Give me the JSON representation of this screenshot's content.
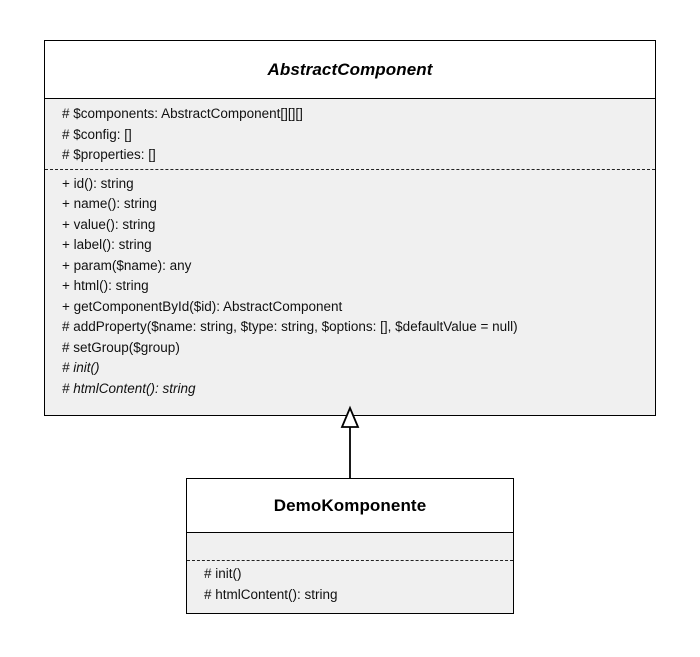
{
  "diagram": {
    "type": "uml-class-diagram",
    "background_color": "#ffffff",
    "line_color": "#000000",
    "compartment_fill": "#f0f0f0",
    "title_fill": "#ffffff"
  },
  "classes": [
    {
      "id": "abstract-component",
      "name": "AbstractComponent",
      "stereotype": "abstract",
      "is_abstract": true,
      "attributes": [
        {
          "text": "# $components: AbstractComponent[][][]",
          "visibility": "protected",
          "is_abstract": false
        },
        {
          "text": "# $config: []",
          "visibility": "protected",
          "is_abstract": false
        },
        {
          "text": "# $properties: []",
          "visibility": "protected",
          "is_abstract": false
        }
      ],
      "operations": [
        {
          "text": "+ id(): string",
          "visibility": "public",
          "is_abstract": false
        },
        {
          "text": "+ name(): string",
          "visibility": "public",
          "is_abstract": false
        },
        {
          "text": "+ value(): string",
          "visibility": "public",
          "is_abstract": false
        },
        {
          "text": "+ label(): string",
          "visibility": "public",
          "is_abstract": false
        },
        {
          "text": "+ param($name): any",
          "visibility": "public",
          "is_abstract": false
        },
        {
          "text": "+ html(): string",
          "visibility": "public",
          "is_abstract": false
        },
        {
          "text": "+ getComponentById($id): AbstractComponent",
          "visibility": "public",
          "is_abstract": false
        },
        {
          "text": "# addProperty($name: string, $type: string, $options: [], $defaultValue = null)",
          "visibility": "protected",
          "is_abstract": false
        },
        {
          "text": "# setGroup($group)",
          "visibility": "protected",
          "is_abstract": false
        },
        {
          "text": "# init()",
          "visibility": "protected",
          "is_abstract": true
        },
        {
          "text": "# htmlContent(): string",
          "visibility": "protected",
          "is_abstract": true
        }
      ]
    },
    {
      "id": "demo-komponente",
      "name": "DemoKomponente",
      "stereotype": "class",
      "is_abstract": false,
      "attributes": [],
      "operations": [
        {
          "text": "# init()",
          "visibility": "protected",
          "is_abstract": false
        },
        {
          "text": "# htmlContent(): string",
          "visibility": "protected",
          "is_abstract": false
        }
      ]
    }
  ],
  "relationships": [
    {
      "id": "generalization-1",
      "kind": "generalization",
      "source": "DemoKomponente",
      "target": "AbstractComponent",
      "arrow": "hollow-triangle",
      "line_style": "solid"
    }
  ]
}
